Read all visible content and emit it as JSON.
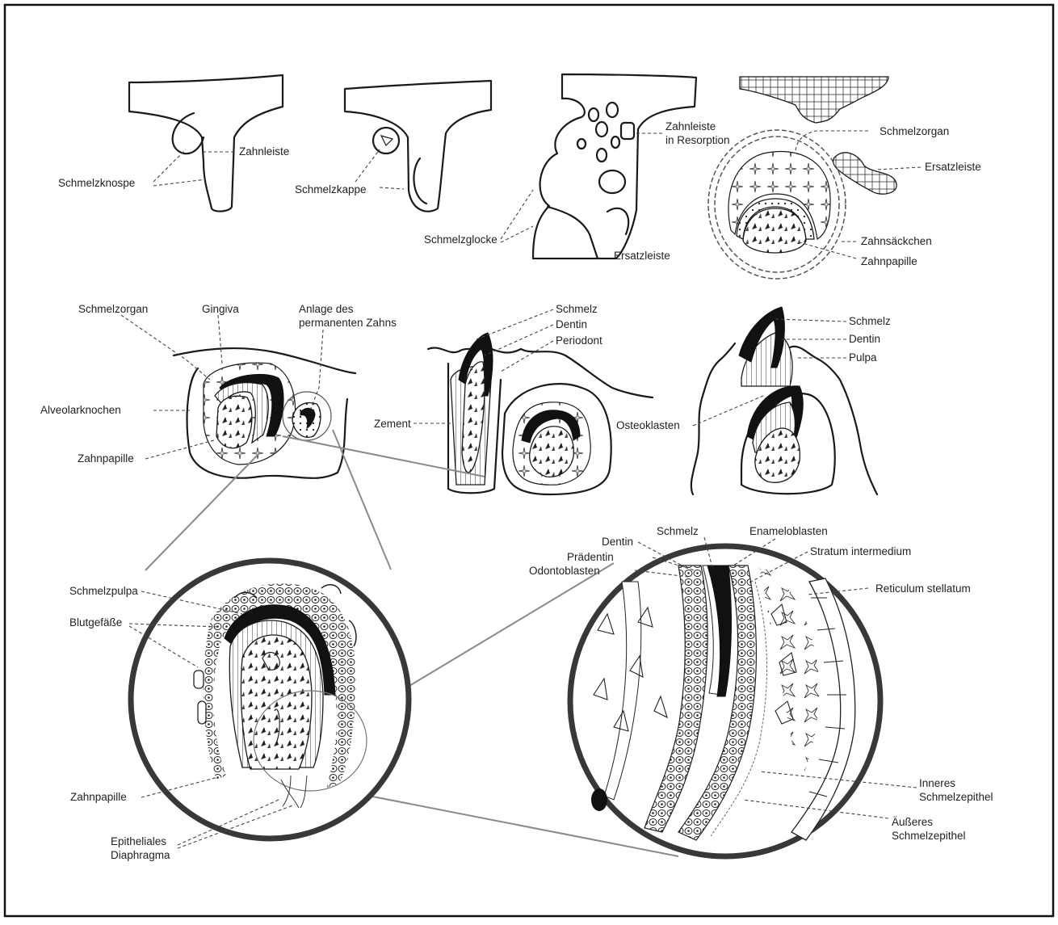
{
  "diagram": {
    "labels": {
      "zahnleiste": "Zahnleiste",
      "schmelzknospe": "Schmelzknospe",
      "schmelzkappe": "Schmelzkappe",
      "zahnleiste_resorption_1": "Zahnleiste",
      "zahnleiste_resorption_2": "in Resorption",
      "schmelzglocke": "Schmelzglocke",
      "ersatzleiste_a": "Ersatzleiste",
      "schmelzorgan_a": "Schmelzorgan",
      "ersatzleiste_b": "Ersatzleiste",
      "zahnsaeckchen": "Zahnsäckchen",
      "zahnpapille_a": "Zahnpapille",
      "schmelzorgan_b": "Schmelzorgan",
      "gingiva": "Gingiva",
      "anlage_1": "Anlage des",
      "anlage_2": "permanenten Zahns",
      "alveolarknochen": "Alveolarknochen",
      "zahnpapille_b": "Zahnpapille",
      "schmelz_a": "Schmelz",
      "dentin_a": "Dentin",
      "periodont": "Periodont",
      "zement": "Zement",
      "schmelz_b": "Schmelz",
      "dentin_b": "Dentin",
      "pulpa": "Pulpa",
      "osteoklasten": "Osteoklasten",
      "schmelzpulpa": "Schmelzpulpa",
      "blutgefaesse": "Blutgefäße",
      "zahnpapille_c": "Zahnpapille",
      "epitheliales_1": "Epitheliales",
      "epitheliales_2": "Diaphragma",
      "dentin_c": "Dentin",
      "schmelz_c": "Schmelz",
      "enameloblasten": "Enameloblasten",
      "praedentin": "Prädentin",
      "stratum": "Stratum intermedium",
      "odontoblasten": "Odontoblasten",
      "reticulum": "Reticulum stellatum",
      "inneres_1": "Inneres",
      "inneres_2": "Schmelzepithel",
      "aeusseres_1": "Äußeres",
      "aeusseres_2": "Schmelzepithel"
    }
  }
}
